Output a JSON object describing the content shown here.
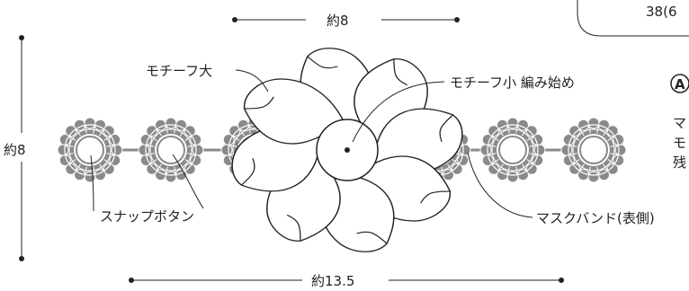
{
  "dimensions": {
    "top_width": "約8",
    "left_height": "約8",
    "bottom_width": "約13.5"
  },
  "labels": {
    "motif_large": "モチーフ大",
    "motif_small_start": "モチーフ小 編み始め",
    "snap_button": "スナップボタン",
    "mask_band": "マスクバンド(表側)"
  },
  "corner_box": {
    "text": "38(6"
  },
  "side_panel": {
    "badge": "A",
    "lines": [
      "マ",
      "モ",
      "残"
    ]
  },
  "colors": {
    "motif_gray": "#8a8a8a",
    "line": "#222222",
    "background": "#ffffff"
  }
}
